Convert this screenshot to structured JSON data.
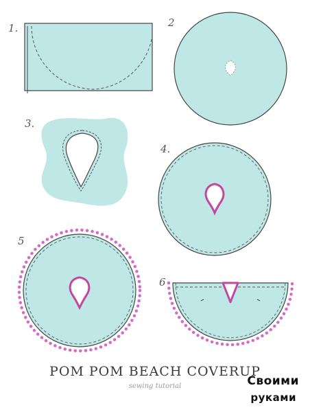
{
  "title": "POM POM BEACH COVERUP",
  "subtitle": "sewing tutorial",
  "watermark": {
    "line1": "Своими",
    "line2": "руками"
  },
  "steps": [
    {
      "number": "1."
    },
    {
      "number": "2"
    },
    {
      "number": "3."
    },
    {
      "number": "4."
    },
    {
      "number": "5"
    },
    {
      "number": "6"
    }
  ],
  "colors": {
    "fabric": "#bfe7e6",
    "outline": "#444444",
    "pompom": "#d46bc9",
    "neck_trim": "#c2479e"
  }
}
